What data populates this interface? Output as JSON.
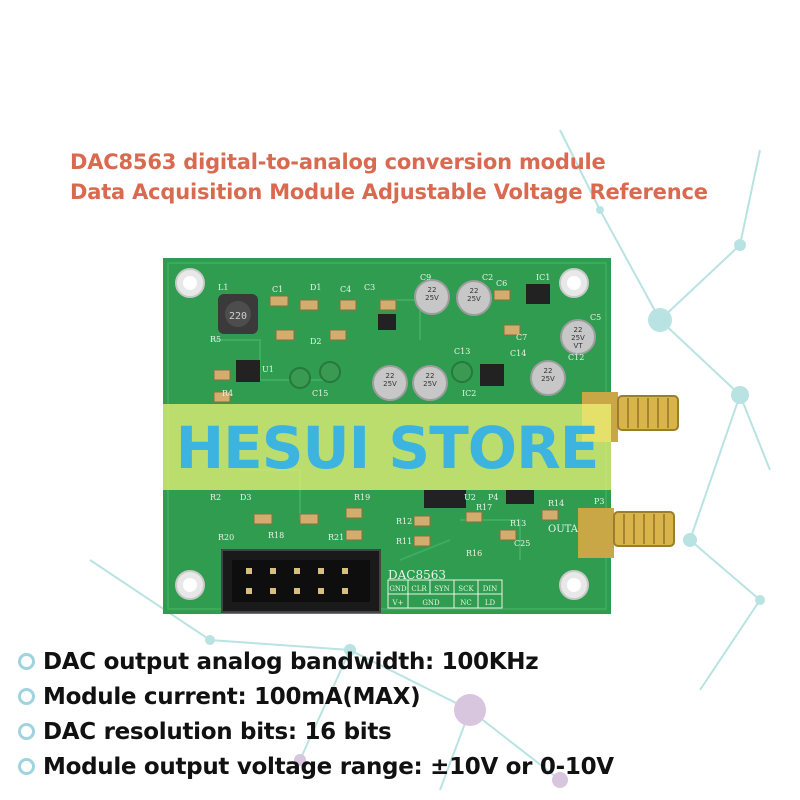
{
  "title": {
    "line1": "DAC8563 digital-to-analog conversion module",
    "line2": "Data Acquisition Module Adjustable Voltage Reference"
  },
  "watermark": "HESUI STORE",
  "board": {
    "model": "DAC8563",
    "output_label": "OUTA",
    "pin_labels_top": [
      "GND",
      "CLR",
      "SYN",
      "SCK",
      "DIN"
    ],
    "pin_labels_bottom": [
      "V+",
      "GND",
      "NC",
      "LD"
    ],
    "components": {
      "l1": "L1",
      "c1": "C1",
      "d1": "D1",
      "c4": "C4",
      "c3": "C3",
      "c9": "C9",
      "c2": "C2",
      "c6": "C6",
      "ic1": "IC1",
      "c5": "C5",
      "r5": "R5",
      "u1": "U1",
      "r4": "R4",
      "d2": "D2",
      "c12": "C12",
      "c13": "C13",
      "c14": "C14",
      "c15": "C15",
      "ic2": "IC2",
      "c7": "C7",
      "r2": "R2",
      "d3": "D3",
      "r19": "R19",
      "r20": "R20",
      "r18": "R18",
      "r21": "R21",
      "r12": "R12",
      "r11": "R11",
      "r17": "R17",
      "r13": "R13",
      "r14": "R14",
      "r16": "R16",
      "c25": "C25",
      "u2": "U2",
      "p3": "P3",
      "p4": "P4"
    },
    "inductor_marking": "220",
    "capacitor_marking": [
      "22",
      "25V",
      "VT"
    ]
  },
  "specs": [
    "DAC output analog bandwidth: 100KHz",
    "Module current: 100mA(MAX)",
    "DAC resolution bits: 16 bits",
    "Module output voltage range: ±10V or 0-10V"
  ],
  "colors": {
    "title": "#d9694f",
    "watermark": "#3db3e0",
    "banner": "#f0f678",
    "pcb": "#2e9a4e",
    "network": "#a8dde0"
  }
}
